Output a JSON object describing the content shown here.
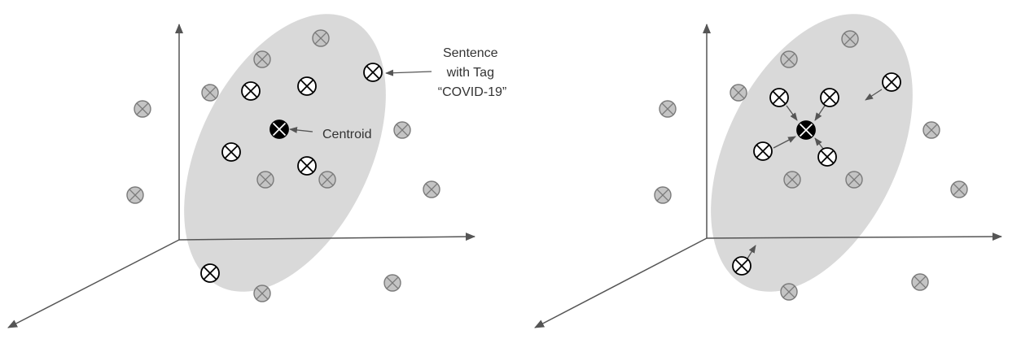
{
  "annotations": {
    "sentence_label": [
      "Sentence",
      "with Tag",
      "“COVID-19”"
    ],
    "centroid_label": "Centroid"
  },
  "colors": {
    "ellipse_fill": "#d9d9d9",
    "other_fill": "#c4c4c4",
    "other_stroke": "#7a7a7a",
    "tagged_fill": "#ffffff",
    "tagged_stroke": "#000000",
    "centroid_fill": "#000000",
    "axis": "#555555"
  },
  "icons": {
    "point": "circled-x-icon",
    "arrow": "arrow-icon"
  }
}
